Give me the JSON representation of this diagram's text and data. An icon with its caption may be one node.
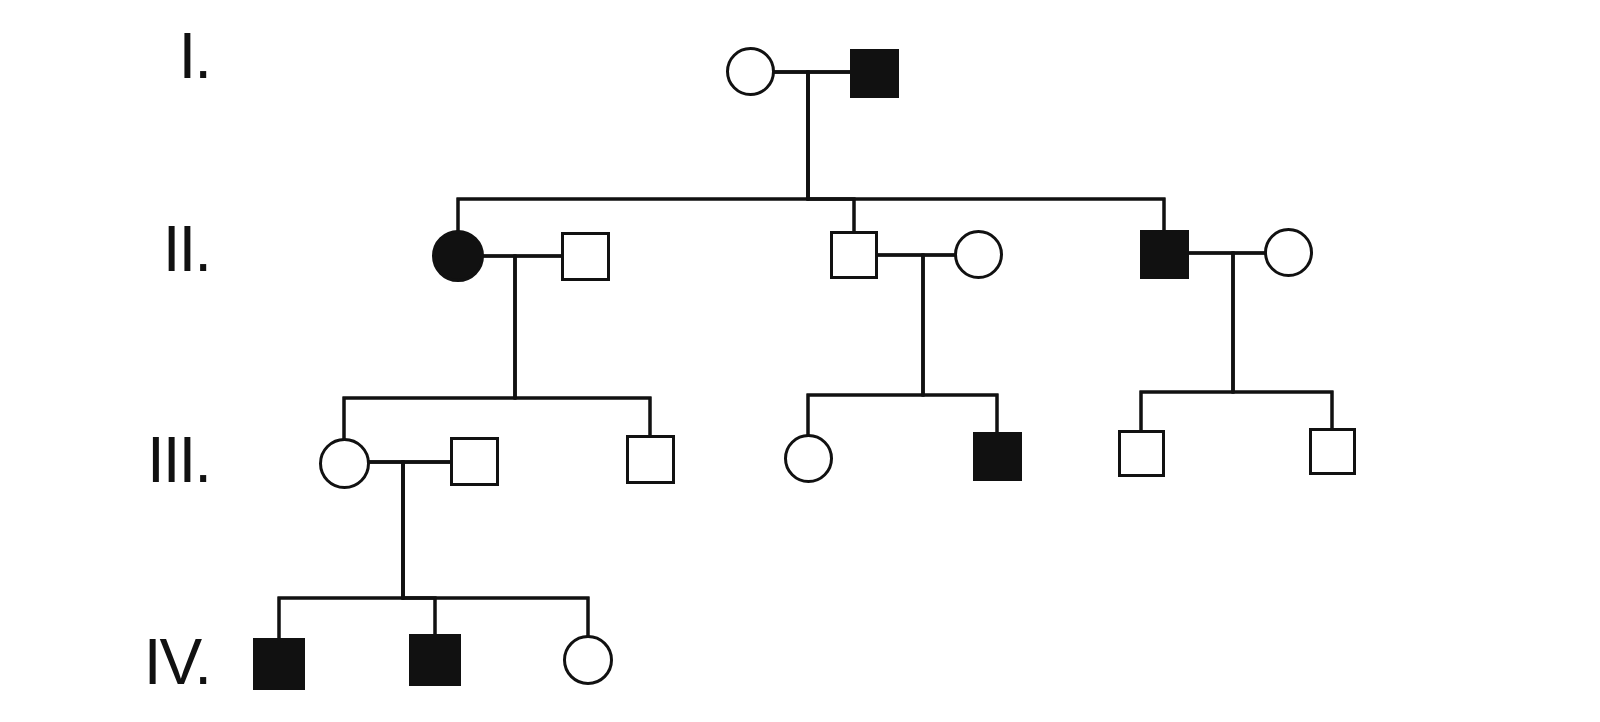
{
  "diagram": {
    "nodes": [
      {
        "text": [],
        "shape": "circle"
      },
      {
        "text": [],
        "shape": "square"
      },
      {
        "text": [],
        "shape": "circle"
      },
      {
        "text": [],
        "shape": "square"
      },
      {
        "text": [],
        "shape": "square"
      },
      {
        "text": [],
        "shape": "circle"
      },
      {
        "text": [],
        "shape": "square"
      },
      {
        "text": [],
        "shape": "circle"
      },
      {
        "text": [],
        "shape": "circle"
      },
      {
        "text": [],
        "shape": "square"
      },
      {
        "text": [],
        "shape": "square"
      },
      {
        "text": [],
        "shape": "circle"
      },
      {
        "text": [],
        "shape": "square"
      },
      {
        "text": [],
        "shape": "square"
      },
      {
        "text": [],
        "shape": "square"
      },
      {
        "text": [],
        "shape": "square"
      },
      {
        "text": [],
        "shape": "square"
      },
      {
        "text": [],
        "shape": "circle"
      }
    ],
    "edges": [
      {
        "from": 0,
        "to": 1,
        "arrow": "none"
      },
      {
        "from": 0,
        "to": 2,
        "arrow": "none"
      },
      {
        "from": 0,
        "to": 4,
        "arrow": "none"
      },
      {
        "from": 0,
        "to": 6,
        "arrow": "none"
      },
      {
        "from": 1,
        "to": 2,
        "arrow": "none"
      },
      {
        "from": 1,
        "to": 4,
        "arrow": "none"
      },
      {
        "from": 1,
        "to": 6,
        "arrow": "none"
      },
      {
        "from": 2,
        "to": 3,
        "arrow": "none"
      },
      {
        "from": 2,
        "to": 8,
        "arrow": "none"
      },
      {
        "from": 2,
        "to": 10,
        "arrow": "none"
      },
      {
        "from": 3,
        "to": 8,
        "arrow": "none"
      },
      {
        "from": 3,
        "to": 10,
        "arrow": "none"
      },
      {
        "from": 4,
        "to": 5,
        "arrow": "none"
      },
      {
        "from": 4,
        "to": 11,
        "arrow": "none"
      },
      {
        "from": 4,
        "to": 12,
        "arrow": "none"
      },
      {
        "from": 5,
        "to": 11,
        "arrow": "none"
      },
      {
        "from": 5,
        "to": 12,
        "arrow": "none"
      },
      {
        "from": 6,
        "to": 7,
        "arrow": "none"
      },
      {
        "from": 6,
        "to": 13,
        "arrow": "none"
      },
      {
        "from": 6,
        "to": 14,
        "arrow": "none"
      },
      {
        "from": 7,
        "to": 13,
        "arrow": "none"
      },
      {
        "from": 7,
        "to": 14,
        "arrow": "none"
      },
      {
        "from": 8,
        "to": 9,
        "arrow": "none"
      },
      {
        "from": 8,
        "to": 15,
        "arrow": "none"
      },
      {
        "from": 8,
        "to": 16,
        "arrow": "none"
      },
      {
        "from": 8,
        "to": 17,
        "arrow": "none"
      },
      {
        "from": 9,
        "to": 15,
        "arrow": "none"
      },
      {
        "from": 9,
        "to": 16,
        "arrow": "none"
      },
      {
        "from": 9,
        "to": 17,
        "arrow": "none"
      }
    ],
    "labels": [
      "I.",
      "II.",
      "III.",
      "IV."
    ]
  }
}
